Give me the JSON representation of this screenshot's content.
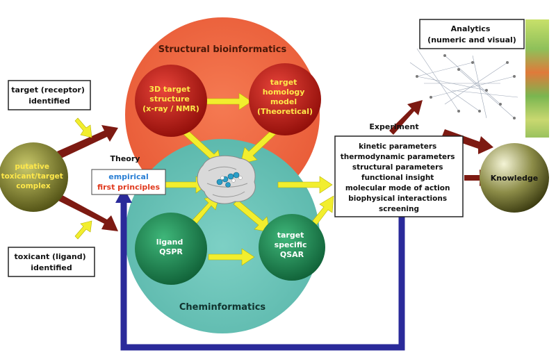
{
  "structural": {
    "title": "Structural bioinformatics",
    "target3d": [
      "3D target",
      "structure",
      "(x-ray / NMR)"
    ],
    "homology": [
      "target",
      "homology",
      "model",
      "(Theoretical)"
    ]
  },
  "chem": {
    "title": "Cheminformatics",
    "qspr": [
      "ligand",
      "QSPR"
    ],
    "qsar": [
      "target",
      "specific",
      "QSAR"
    ]
  },
  "inputs": {
    "receptor": [
      "target (receptor)",
      "identified"
    ],
    "ligand": [
      "toxicant (ligand)",
      "identified"
    ],
    "complex": [
      "putative",
      "toxicant/target",
      "complex"
    ]
  },
  "theory": {
    "label": "Theory",
    "empirical": "empirical",
    "first_principles": "first principles"
  },
  "experiment": {
    "label": "Experiment",
    "items": [
      "kinetic parameters",
      "thermodynamic parameters",
      "structural parameters",
      "functional insight",
      "molecular mode of action",
      "biophysical interactions",
      "screening"
    ]
  },
  "analytics": [
    "Analytics",
    "(numeric and visual)"
  ],
  "knowledge": "Knowledge",
  "colors": {
    "orange_circle": "#ef6a44",
    "teal_circle": "#6fc6bb",
    "red_node": "#c21c14",
    "green_node": "#1f8a55",
    "yellow_arrow": "#f2ee2e",
    "dark_red_arrow": "#7d1a12",
    "blue_arrow": "#2a2a9a",
    "label_yellow": "#ffe84a",
    "empirical_blue": "#2a7fd4",
    "first_principles_red": "#e03a1e"
  }
}
